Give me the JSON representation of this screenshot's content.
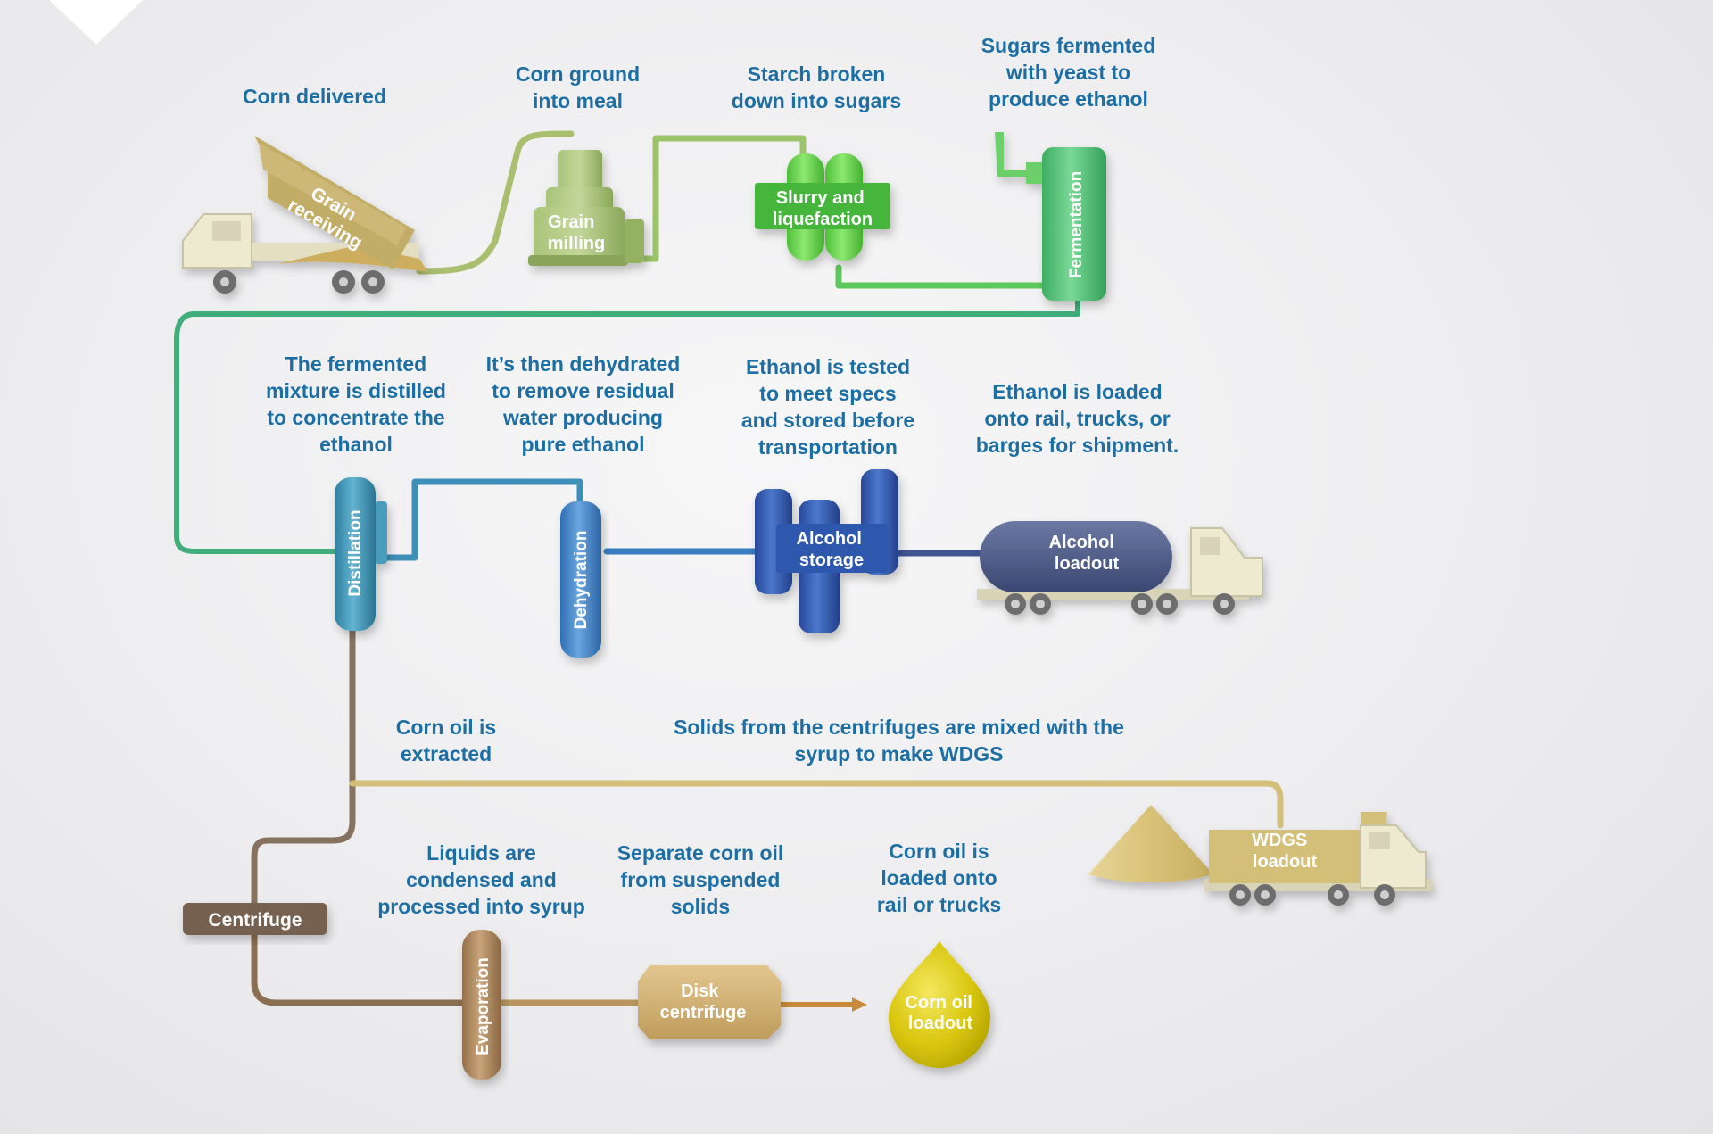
{
  "captions": {
    "corn_delivered": "Corn delivered",
    "corn_ground": "Corn ground\ninto meal",
    "starch_broken": "Starch broken\ndown into sugars",
    "sugars_fermented": "Sugars fermented\nwith yeast to\nproduce ethanol",
    "distilled": "The fermented\nmixture is distilled\nto concentrate the\nethanol",
    "dehydrated": "It’s then dehydrated\nto remove residual\nwater producing\npure ethanol",
    "tested": "Ethanol is tested\nto meet specs\nand stored before\ntransportation",
    "loaded": "Ethanol is loaded\nonto rail, trucks, or\nbarges for shipment.",
    "corn_oil_extracted": "Corn oil is\nextracted",
    "solids_mixed": "Solids from the centrifuges are mixed with the\nsyrup to make WDGS",
    "liquids_condensed": "Liquids are\ncondensed and\nprocessed into syrup",
    "separate_oil": "Separate corn oil\nfrom suspended\nsolids",
    "oil_loaded": "Corn oil is\nloaded onto\nrail or trucks"
  },
  "labels": {
    "grain_receiving_1": "Grain",
    "grain_receiving_2": "receiving",
    "grain_milling_1": "Grain",
    "grain_milling_2": "milling",
    "slurry_1": "Slurry and",
    "slurry_2": "liquefaction",
    "fermentation": "Fermentation",
    "distillation": "Distillation",
    "dehydration": "Dehydration",
    "alcohol_storage_1": "Alcohol",
    "alcohol_storage_2": "storage",
    "alcohol_loadout_1": "Alcohol",
    "alcohol_loadout_2": "loadout",
    "centrifuge": "Centrifuge",
    "evaporation": "Evaporation",
    "disk_centrifuge_1": "Disk",
    "disk_centrifuge_2": "centrifuge",
    "corn_oil_loadout_1": "Corn oil",
    "corn_oil_loadout_2": "loadout",
    "wdgs_loadout_1": "WDGS",
    "wdgs_loadout_2": "loadout"
  },
  "colors": {
    "caption": "#1d6fa3",
    "grain": "#c9b46a",
    "milling": "#9cb86a",
    "slurry": "#6ccf4a",
    "fermentation": "#4fbf72",
    "distillation": "#3d8fae",
    "dehydration": "#3b7ec4",
    "storage": "#2f55a8",
    "loadout_tank": "#4a5a86",
    "centrifuge": "#7a6151",
    "evaporation": "#a8845c",
    "disk": "#d2b276",
    "corn_oil": "#dccb12",
    "wdgs": "#d8c277",
    "truck_body": "#e9e4c9"
  }
}
